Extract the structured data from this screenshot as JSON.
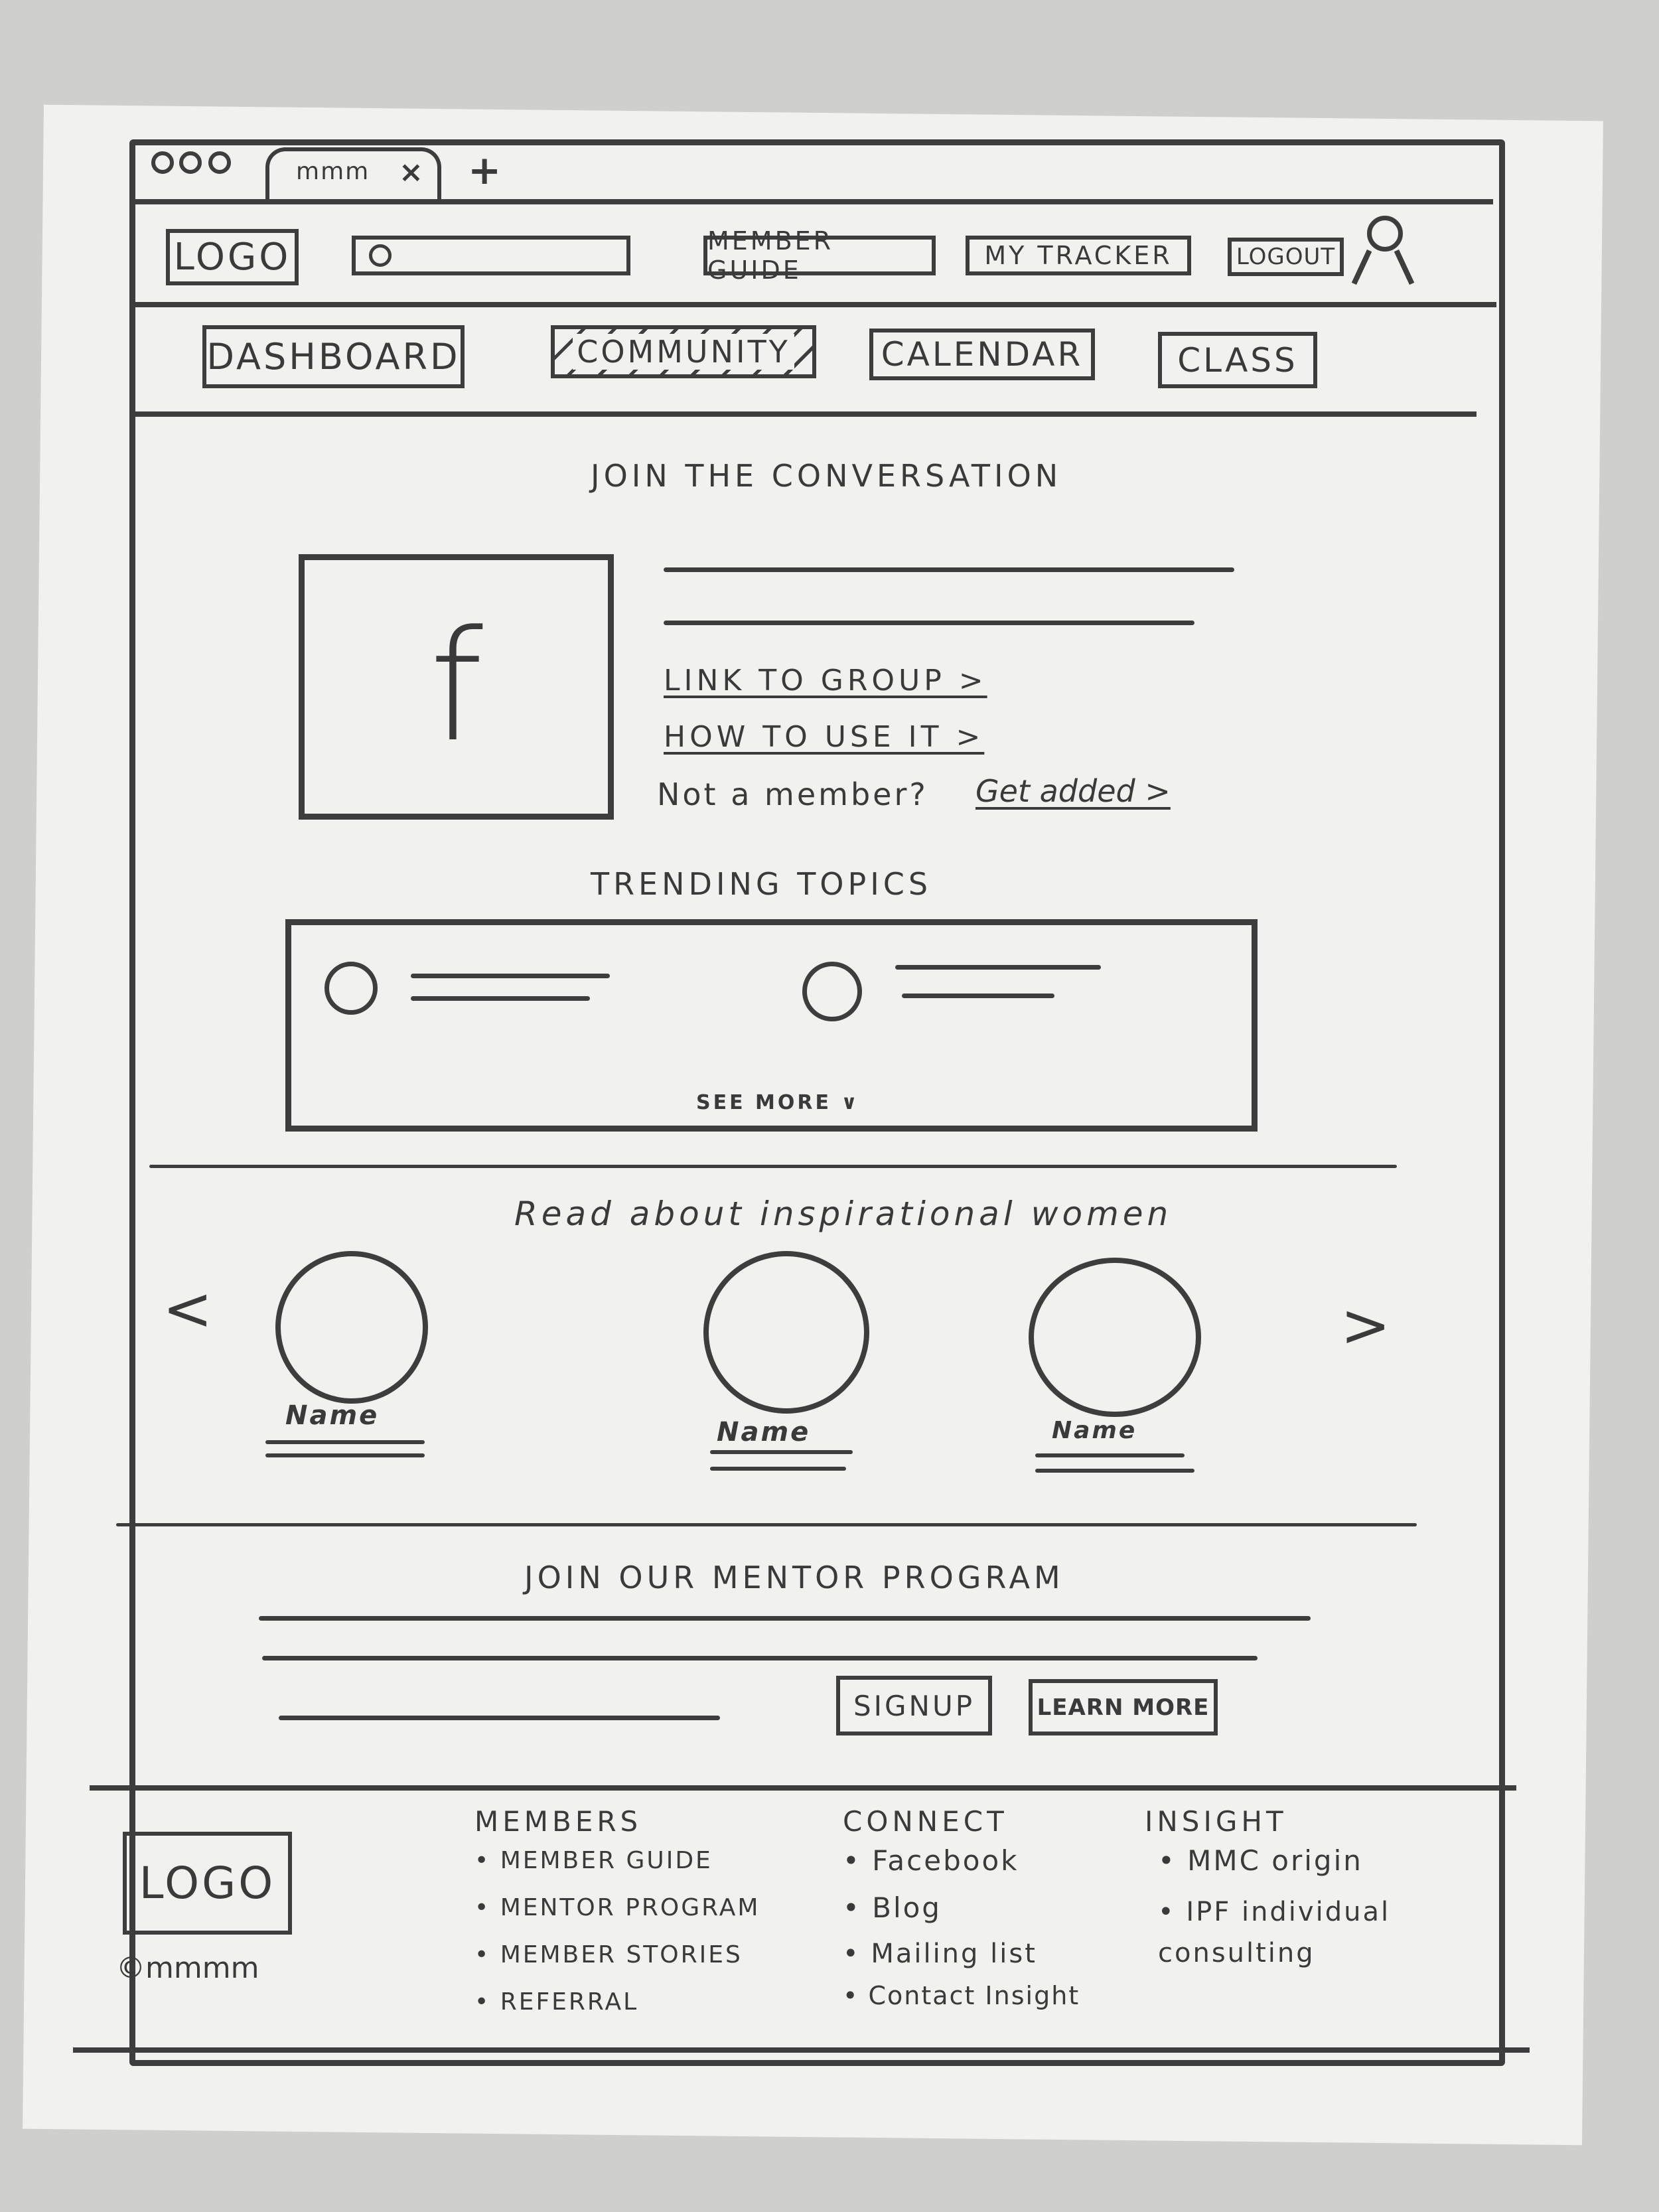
{
  "browser": {
    "tab_label": "mmm",
    "close_icon": "close-icon",
    "new_tab_icon": "plus-icon"
  },
  "header": {
    "logo": "LOGO",
    "nav_links": [
      "MEMBER GUIDE",
      "MY TRACKER",
      "LOGOUT"
    ],
    "search_icon": "search-icon",
    "user_icon": "user-icon"
  },
  "tabs": [
    "DASHBOARD",
    "COMMUNITY",
    "CALENDAR",
    "CLASS"
  ],
  "active_tab": "COMMUNITY",
  "conversation": {
    "heading": "JOIN THE CONVERSATION",
    "facebook_glyph": "f",
    "link_group": "LINK TO GROUP >",
    "link_how": "HOW TO USE IT >",
    "not_member": "Not a member?",
    "get_added": "Get added >"
  },
  "trending": {
    "heading": "TRENDING TOPICS",
    "see_more": "SEE MORE ∨"
  },
  "inspirational": {
    "heading": "Read about inspirational women",
    "prev": "<",
    "next": ">",
    "names": [
      "Name",
      "Name",
      "Name"
    ]
  },
  "mentor": {
    "heading": "JOIN OUR MENTOR PROGRAM",
    "signup": "SIGNUP",
    "learn_more": "LEARN MORE"
  },
  "footer": {
    "logo": "LOGO",
    "copyright": "©mmmm",
    "columns": [
      {
        "title": "MEMBERS",
        "items": [
          "MEMBER GUIDE",
          "MENTOR PROGRAM",
          "MEMBER STORIES",
          "REFERRAL"
        ]
      },
      {
        "title": "CONNECT",
        "items": [
          "Facebook",
          "Blog",
          "Mailing list",
          "Contact Insight"
        ]
      },
      {
        "title": "INSIGHT",
        "items": [
          "MMC origin",
          "IPF individual consulting"
        ]
      }
    ]
  }
}
